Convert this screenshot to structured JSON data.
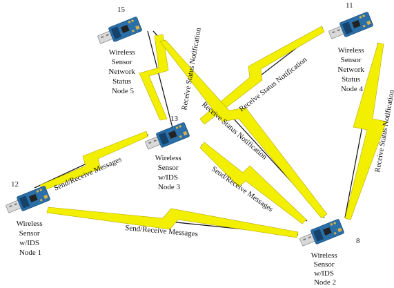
{
  "nodes": [
    {
      "id": "15",
      "lines": [
        "Wireless",
        "Sensor",
        "Network",
        "Status",
        "Node 5"
      ]
    },
    {
      "id": "11",
      "lines": [
        "Wireless",
        "Sensor",
        "Network",
        "Status",
        "Node 4"
      ]
    },
    {
      "id": "13",
      "lines": [
        "Wireless",
        "Sensor",
        "w/IDS",
        "Node 3"
      ]
    },
    {
      "id": "12",
      "lines": [
        "Wireless",
        "Sensor",
        "w/IDS",
        "Node 1"
      ]
    },
    {
      "id": "8",
      "lines": [
        "Wireless",
        "Sensor",
        "w/IDS",
        "Node 2"
      ]
    }
  ],
  "link_labels": {
    "status_15_13": "Receive Status Notification",
    "status_11_13": "Receive Status Notification",
    "status_15_8": "Receive Status Notification",
    "status_11_8": "Receive Status Notification",
    "msg_12_13": "Send/Receive Messages",
    "msg_13_8": "Send/Receive Messages",
    "msg_12_8": "Send/Receive Messages"
  },
  "colors": {
    "bolt": "#f2ef00",
    "link": "#1a1a1a",
    "pcb": "#2a6fa8"
  }
}
